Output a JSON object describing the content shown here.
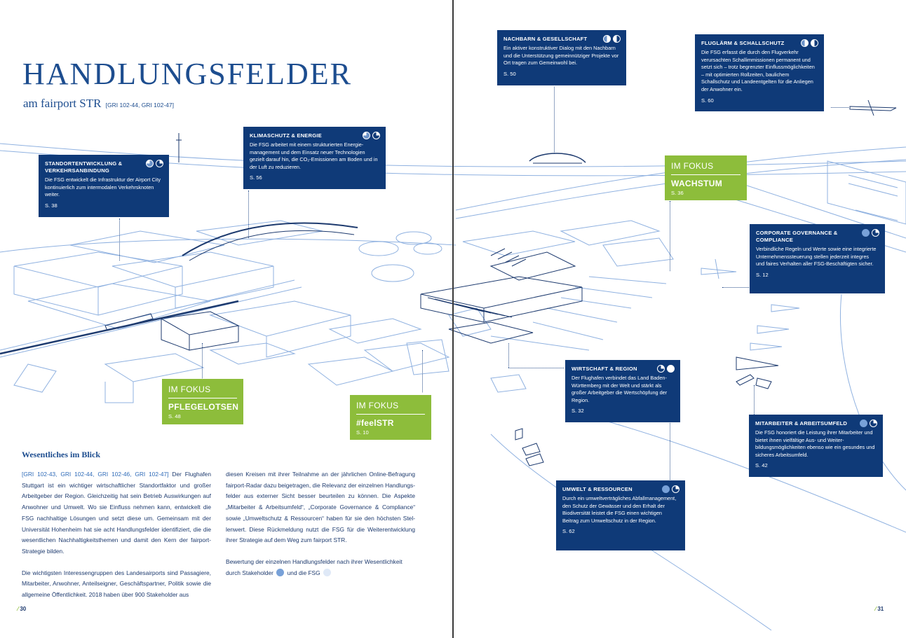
{
  "title": "HANDLUNGSFELDER",
  "subtitle": "am fairport STR",
  "subtitle_gri": "[GRI 102-44, GRI 102-47]",
  "colors": {
    "navy": "#0f3a78",
    "green": "#8dbd3b",
    "line_blue": "#8fb1e0",
    "stakeholder_dot": "#78a1d8",
    "fsg_dot": "#dfe9f7"
  },
  "cards": {
    "standort": {
      "title": "STANDORTENTWICKLUNG & VERKEHRSANBINDUNG",
      "text": "Die FSG entwickelt die Infrastruktur der Airport City kontinuierlich zum intermodalen Verkehrsknoten weiter.",
      "page": "S. 38"
    },
    "klima": {
      "title": "KLIMASCHUTZ & ENERGIE",
      "text": "Die FSG arbeitet mit einem strukturierten Energie­management und dem Einsatz neuer Technologien gezielt darauf hin, die CO₂-Emissionen am Boden und in der Luft zu reduzieren.",
      "page": "S. 56"
    },
    "nachbarn": {
      "title": "NACHBARN & GESELLSCHAFT",
      "text": "Ein aktiver konstruktiver Dialog mit den Nach­barn und die Unterstützung gemeinnütziger Projekte vor Ort tragen zum Gemeinwohl bei.",
      "page": "S. 50"
    },
    "fluglaerm": {
      "title": "FLUGLÄRM & SCHALLSCHUTZ",
      "text": "Die FSG erfasst die durch den Flugverkehr verursachten Schallimmissionen permanent und setzt sich – trotz begrenzter Einfluss­möglichkeiten – mit optimierten Rollzeiten, baulichem Schallschutz und Landeentgelten für die Anliegen der Anwohner ein.",
      "page": "S. 60"
    },
    "governance": {
      "title": "CORPORATE GOVERNANCE & COMPLIANCE",
      "text": "Verbindliche Regeln und Werte sowie eine integrierte Unternehmenssteuerung stellen jederzeit integres und faires Verhalten aller FSG-Beschäftigten sicher.",
      "page": "S. 12"
    },
    "wirtschaft": {
      "title": "WIRTSCHAFT & REGION",
      "text": "Der Flughafen verbindet das Land Baden-Württemberg mit der Welt und stärkt als großer Arbeitgeber die Wert­schöpfung der Region.",
      "page": "S. 32"
    },
    "mitarbeiter": {
      "title": "MITARBEITER & ARBEITSUMFELD",
      "text": "Die FSG honoriert die Leistung ihrer Mitarbeiter und bietet ihnen vielfältige Aus- und Weiter­bildungsmöglichkeiten ebenso wie ein gesundes und sicheres Arbeitsumfeld.",
      "page": "S. 42"
    },
    "umwelt": {
      "title": "UMWELT & RESSOURCEN",
      "text": "Durch ein umweltverträgliches Abfall­management, den Schutz der Gewässer und den Erhalt der Biodiversität leistet die FSG einen wichtigen Beitrag zum Umweltschutz in der Region.",
      "page": "S. 62"
    }
  },
  "focus": {
    "wachstum": {
      "label": "IM FOKUS",
      "title": "WACHSTUM",
      "page": "S. 36"
    },
    "pflegelotsen": {
      "label": "IM FOKUS",
      "title": "PFLEGELOTSEN",
      "page": "S. 48"
    },
    "feelstr": {
      "label": "IM FOKUS",
      "title": "#feelSTR",
      "page": "S. 10"
    }
  },
  "section_heading": "Wesentliches im Blick",
  "body": {
    "col1_gri": "[GRI 102-43, GRI 102-44, GRI 102-46, GRI 102-47]",
    "col1_p1": " Der Flughafen Stuttgart ist ein wichtiger wirtschaftlicher Standortfaktor und großer Arbeitgeber der Region. Gleichzeitig hat sein Betrieb Auswirkungen auf Anwohner und Umwelt. Wo sie Einfluss nehmen kann, entwickelt die FSG nachhaltige Lösungen und setzt diese um. Gemeinsam mit der Universität Hohenheim hat sie acht Handlungsfelder identifiziert, die die wesentlichen Nachhaltigkeitsthemen und damit den Kern der fairport-Strategie bilden.",
    "col1_p2": "Die wichtigsten Interessengruppen des Landesairports sind Passagiere, Mitarbeiter, Anwohner, Anteilseigner, Geschäftspartner, Politik sowie die allgemeine Öffentlichkeit. 2018 haben über 900 Stakeholder aus",
    "col2_p1": "diesen Kreisen mit ihrer Teilnahme an der jährlichen Online-Befragung fairport-Radar dazu beigetragen, die Relevanz der einzelnen Handlungs­felder aus externer Sicht besser beurteilen zu können. Die Aspekte „Mitarbeiter & Arbeitsumfeld“, „Corporate Governance & Compliance“ sowie „Umweltschutz & Ressourcen“ haben für sie den höchsten Stel­lenwert. Diese Rückmeldung nutzt die FSG für die Weiterentwicklung ihrer Strategie auf dem Weg zum fairport STR.",
    "legend_text": "Bewertung der einzelnen Handlungsfelder nach ihrer Wesentlichkeit durch Stakeholder",
    "legend_and": "und die FSG"
  },
  "page_left": "30",
  "page_right": "31"
}
